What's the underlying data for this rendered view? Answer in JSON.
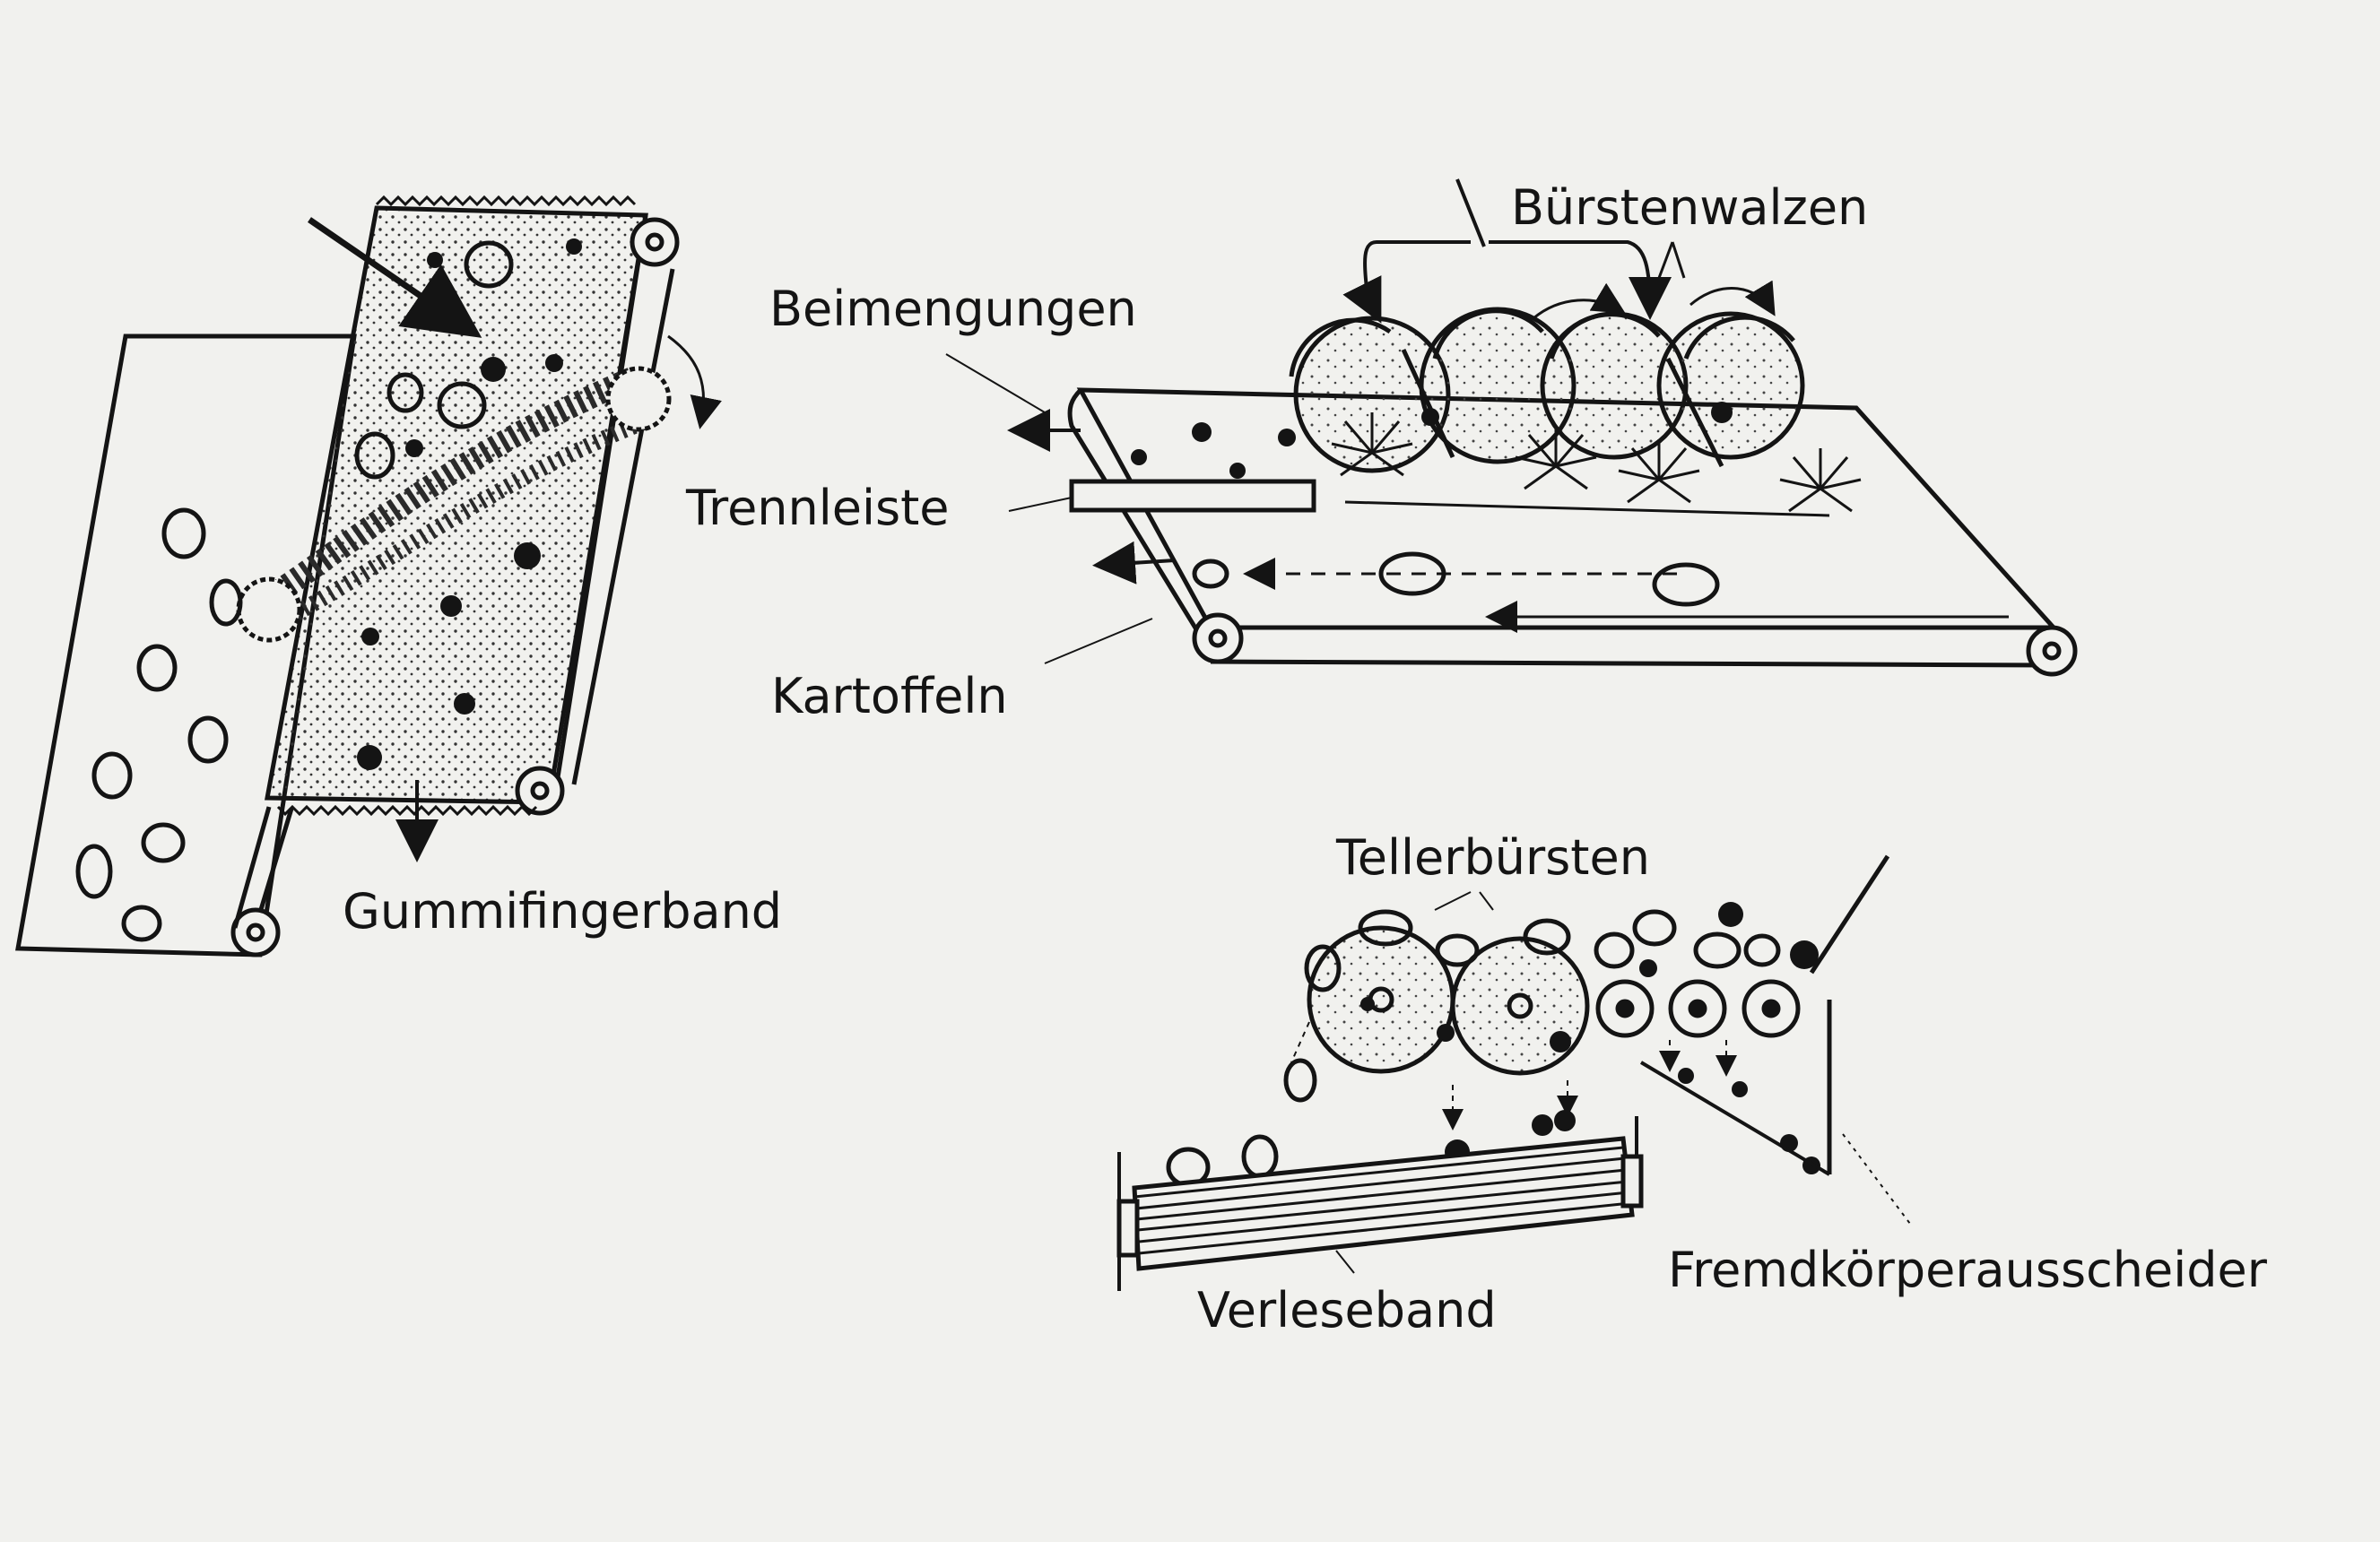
{
  "labels": {
    "buerstenwalzen": "Bürstenwalzen",
    "beimengungen": "Beimengungen",
    "trennleiste": "Trennleiste",
    "kartoffeln": "Kartoffeln",
    "gummifingerband": "Gummifingerband",
    "tellerbuersten": "Tellerbürsten",
    "fremdkoerperausscheider": "Fremdkörperausscheider",
    "verleseband": "Verleseband"
  },
  "colors": {
    "ink": "#141414",
    "paper": "#f1f1ee"
  }
}
